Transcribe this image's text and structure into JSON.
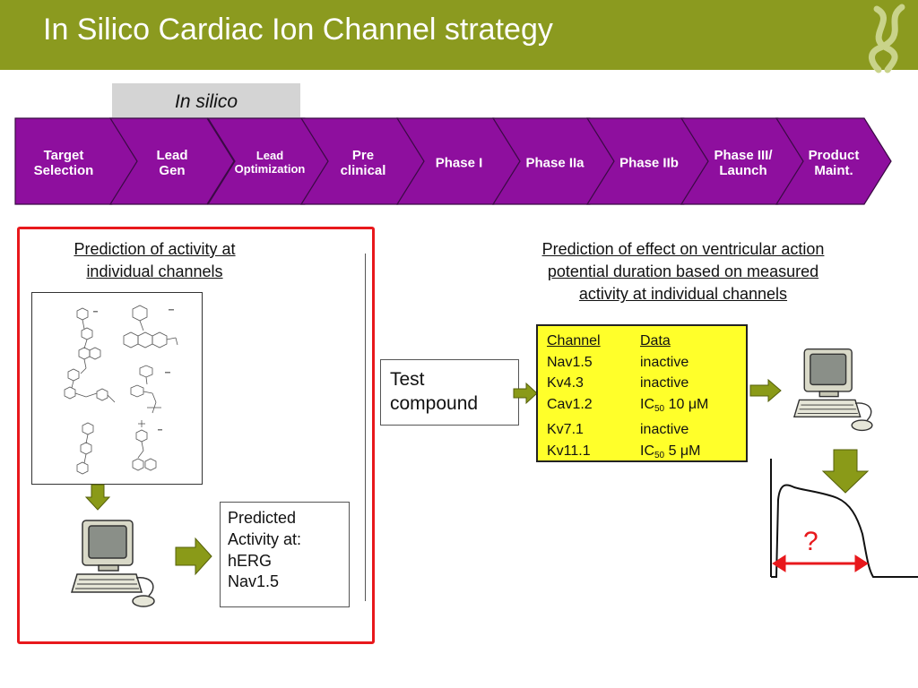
{
  "header": {
    "title": "In Silico Cardiac Ion Channel strategy",
    "bg_color": "#8b9a1f"
  },
  "in_silico_tag": {
    "label": "In silico"
  },
  "pipeline": {
    "color": "#8e0f9e",
    "stages": [
      {
        "label": "Target\nSelection",
        "size": "normal"
      },
      {
        "label": "Lead\nGen",
        "size": "normal"
      },
      {
        "label": "Lead\nOptimization",
        "size": "small"
      },
      {
        "label": "Pre\nclinical",
        "size": "normal"
      },
      {
        "label": "Phase I",
        "size": "normal"
      },
      {
        "label": "Phase IIa",
        "size": "normal"
      },
      {
        "label": "Phase IIb",
        "size": "normal"
      },
      {
        "label": "Phase III/\nLaunch",
        "size": "normal"
      },
      {
        "label": "Product\nMaint.",
        "size": "normal"
      }
    ]
  },
  "left_panel": {
    "heading_line1": "Prediction of activity at",
    "heading_line2": "individual channels",
    "predicted_box": [
      "Predicted",
      "Activity at:",
      "hERG",
      "Nav1.5"
    ]
  },
  "right_panel": {
    "heading_line1": "Prediction of effect on ventricular action",
    "heading_line2": "potential duration based on measured",
    "heading_line3": "activity at individual channels",
    "test_compound_line1": "Test",
    "test_compound_line2": "compound",
    "table": {
      "header": [
        "Channel",
        "Data"
      ],
      "rows": [
        {
          "channel": "Nav1.5",
          "data": "inactive"
        },
        {
          "channel": "Kv4.3",
          "data": "inactive"
        },
        {
          "channel": "Cav1.2",
          "data_prefix": "IC",
          "data_sub": "50",
          "data_suffix": " 10 μM"
        },
        {
          "channel": "Kv7.1",
          "data": "inactive"
        },
        {
          "channel": "Kv11.1",
          "data_prefix": "IC",
          "data_sub": "50",
          "data_suffix": " 5 μM"
        }
      ]
    },
    "question_mark": "?"
  },
  "colors": {
    "arrow_olive": "#8a9a18",
    "highlight_red": "#e8181c",
    "table_yellow": "#ffff2a"
  },
  "icons": [
    "dna-logo-icon",
    "computer-icon",
    "arrow-right-icon",
    "arrow-down-icon",
    "double-arrow-icon",
    "action-potential-trace"
  ]
}
